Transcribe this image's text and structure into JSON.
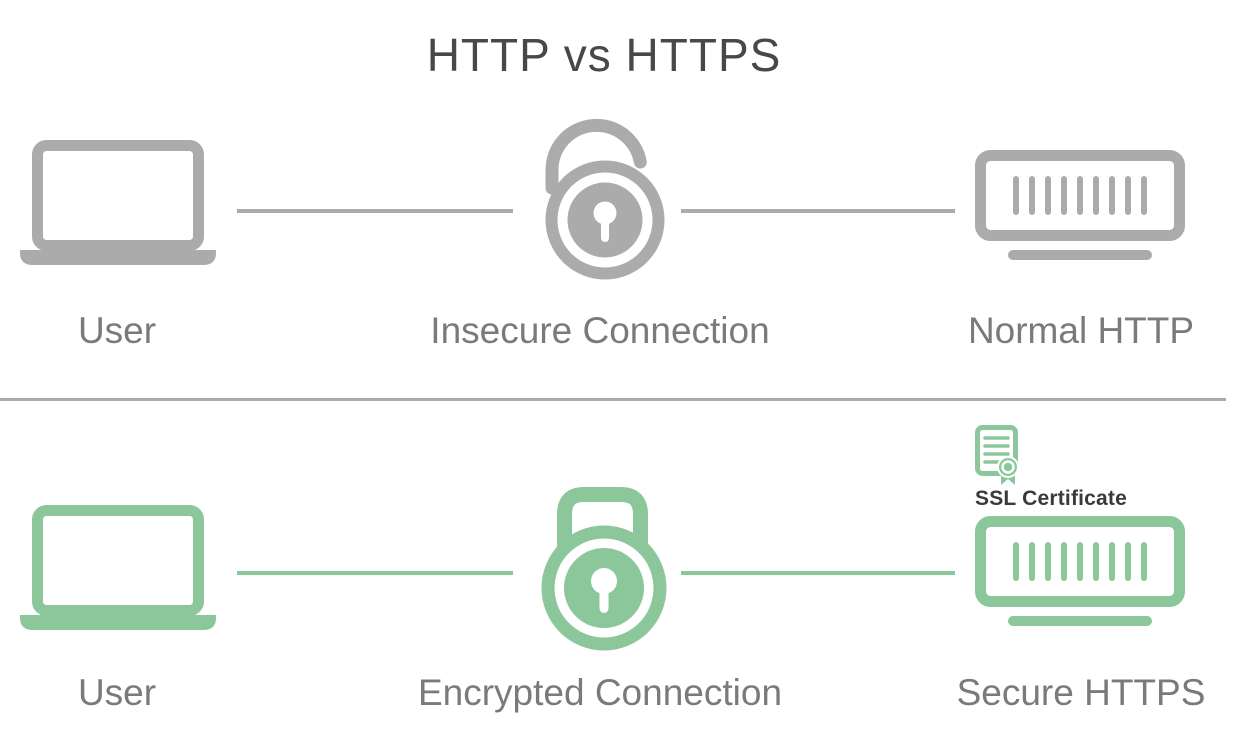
{
  "title": "HTTP vs HTTPS",
  "colors": {
    "gray": "#ababab",
    "green": "#8cc79c",
    "label": "#7a7a7a",
    "title": "#484848",
    "cert_label": "#3a3a3a",
    "divider": "#a9a9a9"
  },
  "http_row": {
    "user_label": "User",
    "connection_label": "Insecure Connection",
    "server_label": "Normal HTTP",
    "icons": {
      "user": "laptop-icon",
      "connection": "open-padlock-icon",
      "server": "server-icon"
    }
  },
  "https_row": {
    "user_label": "User",
    "connection_label": "Encrypted Connection",
    "server_label": "Secure HTTPS",
    "ssl_certificate_label": "SSL Certificate",
    "icons": {
      "user": "laptop-icon",
      "connection": "closed-padlock-icon",
      "server": "server-icon",
      "certificate": "ssl-certificate-icon"
    }
  }
}
